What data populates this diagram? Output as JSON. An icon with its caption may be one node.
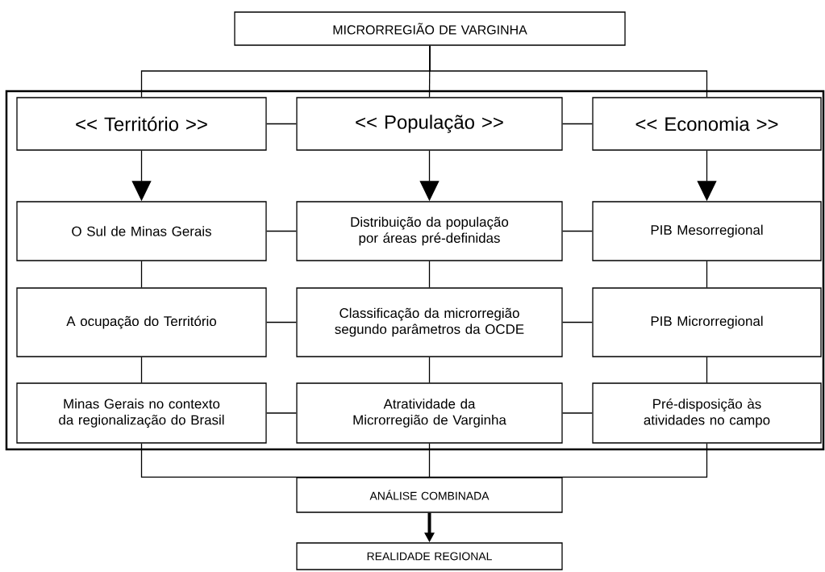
{
  "diagram": {
    "nodes": [
      {
        "text": [
          "MICRORREGIÃO DE VARGINHA"
        ]
      },
      {
        "text": [],
        "shape": "box"
      },
      {
        "text": [
          "<< Território >>"
        ],
        "in": 1
      },
      {
        "text": [
          "<< População >>"
        ],
        "in": 1
      },
      {
        "text": [
          "<< Economia >>"
        ],
        "in": 1
      },
      {
        "text": [
          "O Sul de Minas Gerais"
        ],
        "in": 1
      },
      {
        "text": [
          "Distribuição da população por áreas pré-definidas"
        ],
        "in": 1
      },
      {
        "text": [
          "PIB Mesorregional"
        ],
        "in": 1
      },
      {
        "text": [
          "A ocupação do Território"
        ],
        "in": 1
      },
      {
        "text": [
          "Classificação da microrregião segundo parâmetros da OCDE"
        ],
        "in": 1
      },
      {
        "text": [
          "PIB Microrregional"
        ],
        "in": 1
      },
      {
        "text": [
          "Minas Gerais no contexto da regionalização do Brasil"
        ],
        "in": 1
      },
      {
        "text": [
          "Atratividade da Microrregião de Varginha"
        ],
        "in": 1
      },
      {
        "text": [
          "Pré-disposição às atividades no campo"
        ],
        "in": 1
      },
      {
        "text": [
          "ANÁLISE COMBINADA"
        ]
      },
      {
        "text": [
          "REALIDADE REGIONAL"
        ]
      }
    ],
    "edges": [
      {
        "from": 0,
        "to": 2,
        "arrow": "none"
      },
      {
        "from": 0,
        "to": 3,
        "arrow": "none"
      },
      {
        "from": 0,
        "to": 4,
        "arrow": "none"
      },
      {
        "from": 2,
        "to": 3,
        "arrow": "none"
      },
      {
        "from": 3,
        "to": 4,
        "arrow": "none"
      },
      {
        "from": 2,
        "to": 5,
        "arrow": "to"
      },
      {
        "from": 3,
        "to": 6,
        "arrow": "to"
      },
      {
        "from": 4,
        "to": 7,
        "arrow": "to"
      },
      {
        "from": 5,
        "to": 6,
        "arrow": "none"
      },
      {
        "from": 6,
        "to": 7,
        "arrow": "none"
      },
      {
        "from": 5,
        "to": 8,
        "arrow": "none"
      },
      {
        "from": 6,
        "to": 9,
        "arrow": "none"
      },
      {
        "from": 7,
        "to": 10,
        "arrow": "none"
      },
      {
        "from": 8,
        "to": 9,
        "arrow": "none"
      },
      {
        "from": 9,
        "to": 10,
        "arrow": "none"
      },
      {
        "from": 8,
        "to": 11,
        "arrow": "none"
      },
      {
        "from": 9,
        "to": 12,
        "arrow": "none"
      },
      {
        "from": 10,
        "to": 13,
        "arrow": "none"
      },
      {
        "from": 11,
        "to": 12,
        "arrow": "none"
      },
      {
        "from": 12,
        "to": 13,
        "arrow": "none"
      },
      {
        "from": 11,
        "to": 14,
        "arrow": "none"
      },
      {
        "from": 12,
        "to": 14,
        "arrow": "none"
      },
      {
        "from": 13,
        "to": 14,
        "arrow": "none"
      },
      {
        "from": 14,
        "to": 15,
        "arrow": "to",
        "style": "thick"
      }
    ]
  }
}
